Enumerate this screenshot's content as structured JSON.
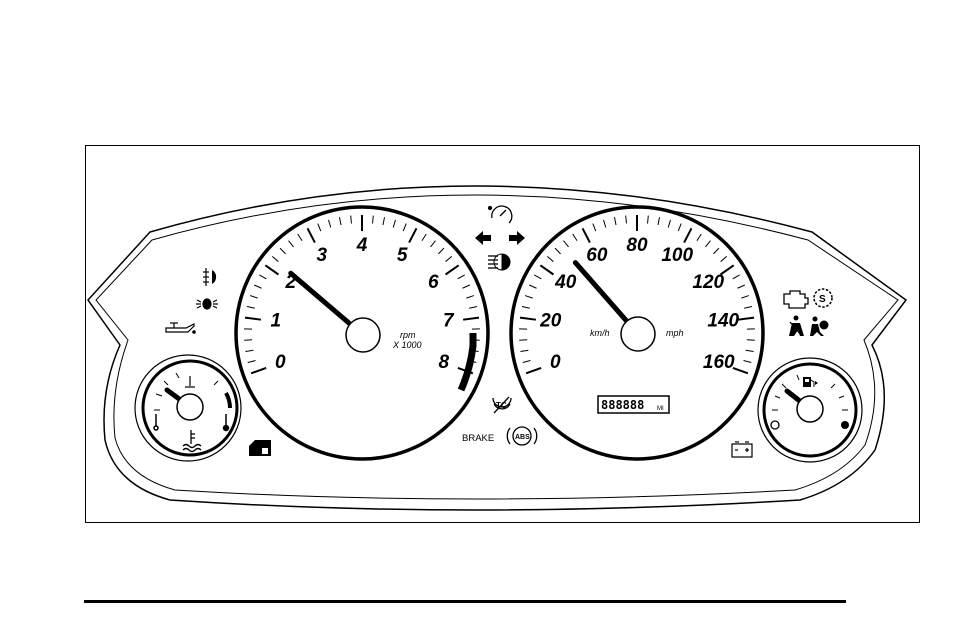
{
  "tachometer": {
    "labels": [
      "0",
      "1",
      "2",
      "3",
      "4",
      "5",
      "6",
      "7",
      "8"
    ],
    "unit": "rpm",
    "multiplier": "X 1000",
    "needle_value": 2.2
  },
  "speedometer": {
    "labels": [
      "0",
      "20",
      "40",
      "60",
      "80",
      "100",
      "120",
      "140",
      "160"
    ],
    "unit_left": "km/h",
    "unit_right": "mph",
    "needle_value": 50,
    "odometer": "888888",
    "odometer_unit": "MI"
  },
  "indicators": {
    "brake_label": "BRAKE",
    "abs_label": "ABS",
    "tc_label": "TC",
    "service_label": "S"
  },
  "icons": [
    "cruise-icon",
    "turn-left-arrow-icon",
    "turn-right-arrow-icon",
    "high-beam-icon",
    "front-fog-icon",
    "rear-fog-icon",
    "oil-pressure-icon",
    "check-engine-icon",
    "service-icon",
    "seatbelt-icon",
    "airbag-icon",
    "security-icon",
    "battery-icon",
    "traction-control-icon",
    "abs-icon",
    "fuel-pump-icon",
    "coolant-icon"
  ]
}
